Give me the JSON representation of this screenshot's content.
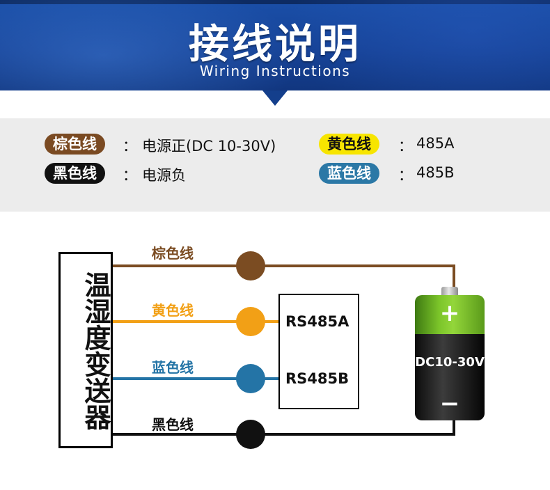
{
  "header": {
    "title": "接线说明",
    "subtitle": "Wiring Instructions"
  },
  "legend": {
    "items": [
      {
        "label": "棕色线",
        "separator": "：",
        "description": "电源正(DC 10-30V)",
        "color": "#7a4a22",
        "text_color": "#ffffff"
      },
      {
        "label": "黄色线",
        "separator": "：",
        "description": "485A",
        "color": "#f7e500",
        "text_color": "#111111"
      },
      {
        "label": "黑色线",
        "separator": "：",
        "description": "电源负",
        "color": "#111111",
        "text_color": "#ffffff"
      },
      {
        "label": "蓝色线",
        "separator": "：",
        "description": "485B",
        "color": "#2b78a6",
        "text_color": "#ffffff"
      }
    ]
  },
  "diagram": {
    "transmitter_label": "温湿度变送器",
    "wires": [
      {
        "label": "棕色线",
        "color": "#7b4c22"
      },
      {
        "label": "黄色线",
        "color": "#f2a016"
      },
      {
        "label": "蓝色线",
        "color": "#2474a6"
      },
      {
        "label": "黑色线",
        "color": "#111111"
      }
    ],
    "rs485": {
      "a_label": "RS485A",
      "b_label": "RS485B"
    },
    "battery": {
      "plus": "+",
      "minus": "−",
      "label": "DC10-30V"
    }
  }
}
